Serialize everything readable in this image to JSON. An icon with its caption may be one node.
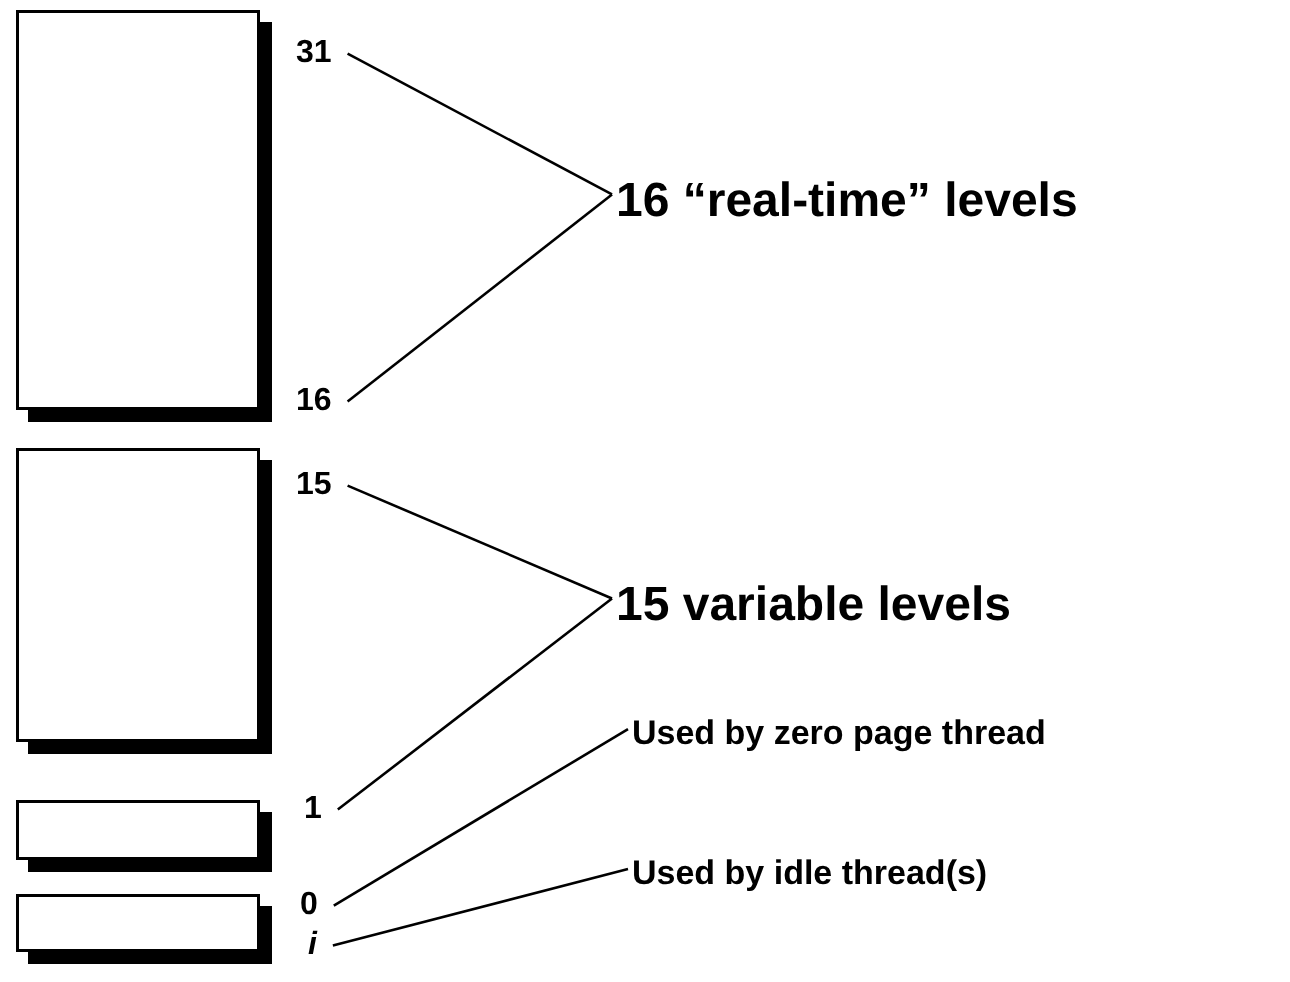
{
  "diagram": {
    "nodes": [
      {
        "text": [],
        "shape": "box"
      },
      {
        "text": [],
        "shape": "box"
      },
      {
        "text": [],
        "shape": "box"
      },
      {
        "text": [],
        "shape": "box"
      },
      {
        "text": [
          "31"
        ]
      },
      {
        "text": [
          "16"
        ]
      },
      {
        "text": [
          "15"
        ]
      },
      {
        "text": [
          "1"
        ]
      },
      {
        "text": [
          "0"
        ]
      },
      {
        "text": [
          "*i*"
        ]
      },
      {
        "text": [
          "16 “real-time” levels"
        ]
      },
      {
        "text": [
          "15 variable levels"
        ]
      },
      {
        "text": [
          "Used by zero page thread"
        ]
      },
      {
        "text": [
          "Used by idle thread(s)"
        ]
      }
    ],
    "edges": [
      {
        "from": 10,
        "to": 4,
        "arrow": "none"
      },
      {
        "from": 10,
        "to": 5,
        "arrow": "none"
      },
      {
        "from": 11,
        "to": 6,
        "arrow": "none"
      },
      {
        "from": 11,
        "to": 7,
        "arrow": "none"
      },
      {
        "from": 12,
        "to": 8,
        "arrow": "none"
      },
      {
        "from": 13,
        "to": 9,
        "arrow": "none"
      }
    ]
  }
}
